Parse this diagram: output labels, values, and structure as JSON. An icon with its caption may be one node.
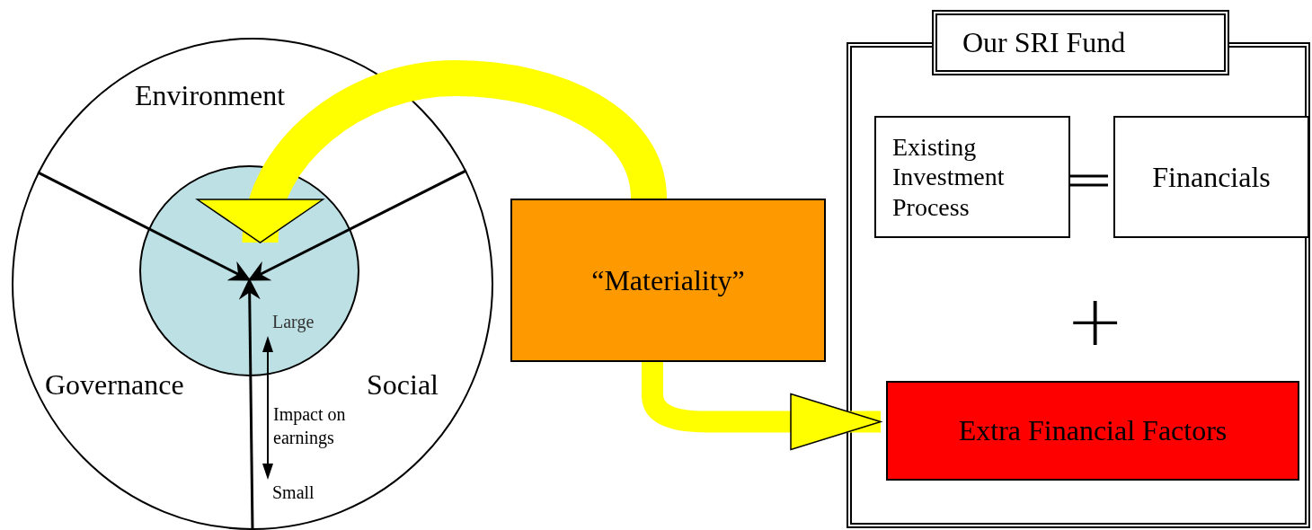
{
  "diagram": {
    "nodes": [
      {
        "text": [],
        "shape": "circle"
      },
      {
        "text": [
          "Environment"
        ],
        "in": 0
      },
      {
        "text": [
          "Governance"
        ],
        "in": 0
      },
      {
        "text": [
          "Social"
        ],
        "in": 0
      },
      {
        "text": [],
        "shape": "circle",
        "in": 0
      },
      {
        "text": [
          "“Materiality”"
        ]
      },
      {
        "text": [
          "Our SRI Fund"
        ]
      },
      {
        "text": [
          "Existing Investment Process"
        ],
        "in": 6
      },
      {
        "text": [
          "Financials"
        ],
        "in": 6
      },
      {
        "text": [
          "Extra Financial Factors"
        ],
        "in": 6
      }
    ],
    "edges": [
      {
        "from": 0,
        "to": 4,
        "arrow": "to"
      },
      {
        "from": 0,
        "to": 4,
        "arrow": "to"
      },
      {
        "from": 0,
        "to": 4,
        "arrow": "to"
      },
      {
        "from": 7,
        "to": 8,
        "arrow": "none"
      },
      {
        "from": 5,
        "to": 4,
        "arrow": "to",
        "style": "thick",
        "color": "#ffff00"
      },
      {
        "from": 5,
        "to": 9,
        "arrow": "to",
        "style": "thick",
        "color": "#ffff00"
      }
    ],
    "labels": [
      "Large",
      "Impact on earnings",
      "Small",
      "+"
    ]
  }
}
